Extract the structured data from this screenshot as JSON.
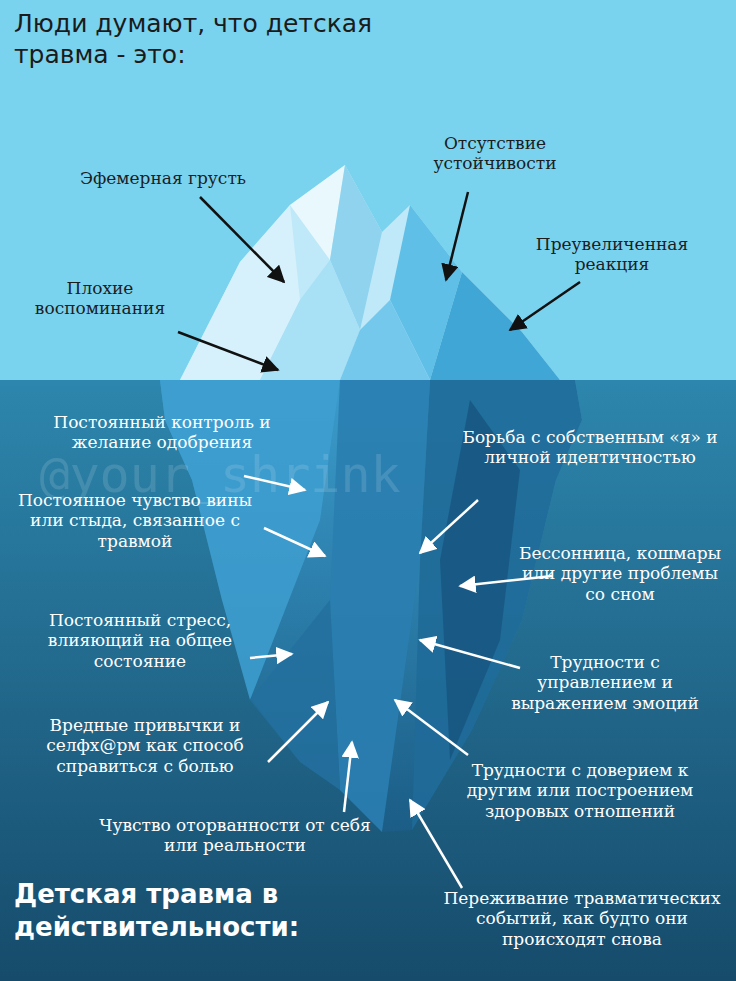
{
  "diagram": {
    "title": "Люди думают, что детская травма - это:",
    "caption": "Детская травма в действительности:",
    "labels": [
      "Эфемерная грусть",
      "Отсутствие устойчивости",
      "Преувеличенная реакция",
      "Плохие воспоминания",
      "Постоянный контроль и желание одобрения",
      "Борьба с собственным «я» и личной идентичностью",
      "Постоянное чувство вины или стыда, связанное с травмой",
      "Бессонница, кошмары или другие проблемы со сном",
      "Постоянный стресс, влияющий на общее состояние",
      "Трудности с управлением и выражением эмоций",
      "Вредные привычки и селфх@рм как способ справиться с болью",
      "Трудности с доверием к другим или построением здоровых отношений",
      "Чувство оторванности от себя или реальности",
      "Переживание травматических событий, как будто они происходят снова",
      "@your_shrink"
    ]
  }
}
